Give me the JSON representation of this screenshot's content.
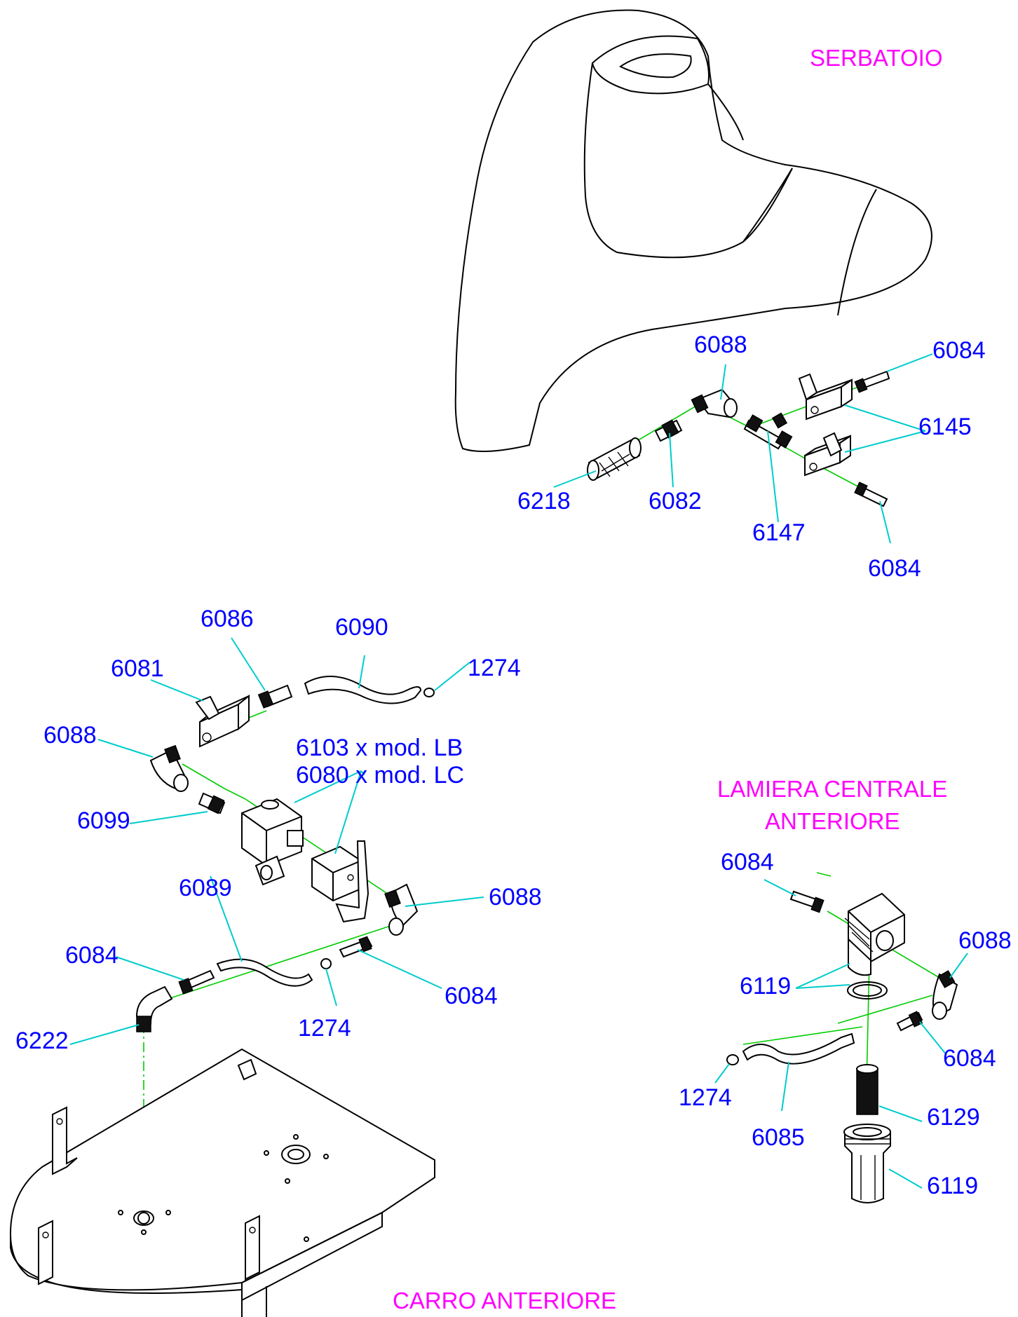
{
  "sections": {
    "serbatoio": "SERBATOIO",
    "lamiera_line1": "LAMIERA CENTRALE",
    "lamiera_line2": "ANTERIORE",
    "carro": "CARRO ANTERIORE"
  },
  "labels": {
    "l6088_tank": "6088",
    "l6084_top": "6084",
    "l6145": "6145",
    "l6218": "6218",
    "l6082": "6082",
    "l6147": "6147",
    "l6084_tank_bottom": "6084",
    "l6086": "6086",
    "l6090": "6090",
    "l6081": "6081",
    "l1274_top": "1274",
    "l6088_left": "6088",
    "l6103": "6103 x mod. LB",
    "l6080": "6080 x mod. LC",
    "l6099": "6099",
    "l6089": "6089",
    "l6088_mid": "6088",
    "l6084_left": "6084",
    "l6084_mid": "6084",
    "l6222": "6222",
    "l1274_mid": "1274",
    "l6084_right_top": "6084",
    "l6088_right": "6088",
    "l6119_top": "6119",
    "l6084_right_bottom": "6084",
    "l1274_right": "1274",
    "l6129": "6129",
    "l6085": "6085",
    "l6119_bottom": "6119"
  },
  "colors": {
    "part_label": "#0000ff",
    "section_title": "#ff00ff",
    "leader_line": "#00cccc",
    "assembly_axis": "#00cc00"
  }
}
